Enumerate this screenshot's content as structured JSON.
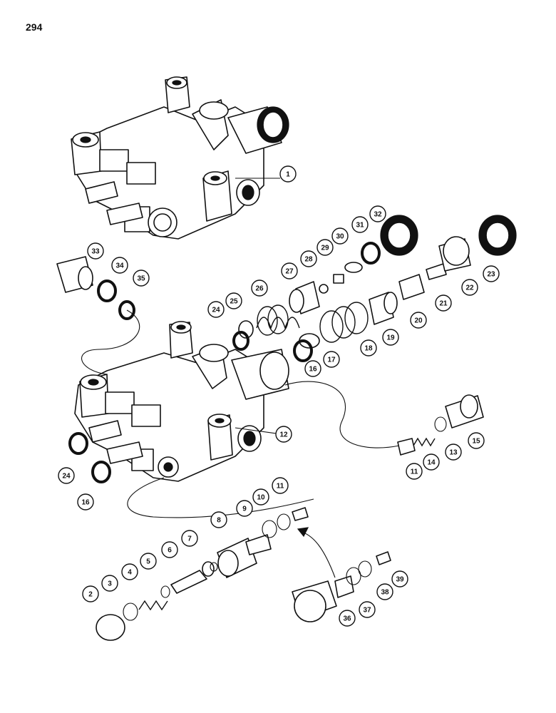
{
  "page_number": "294",
  "callouts": [
    {
      "label": "1"
    },
    {
      "label": "2"
    },
    {
      "label": "3"
    },
    {
      "label": "4"
    },
    {
      "label": "5"
    },
    {
      "label": "6"
    },
    {
      "label": "7"
    },
    {
      "label": "8"
    },
    {
      "label": "9"
    },
    {
      "label": "10"
    },
    {
      "label": "11"
    },
    {
      "label": "11"
    },
    {
      "label": "12"
    },
    {
      "label": "13"
    },
    {
      "label": "14"
    },
    {
      "label": "15"
    },
    {
      "label": "16"
    },
    {
      "label": "16"
    },
    {
      "label": "17"
    },
    {
      "label": "18"
    },
    {
      "label": "19"
    },
    {
      "label": "20"
    },
    {
      "label": "21"
    },
    {
      "label": "22"
    },
    {
      "label": "23"
    },
    {
      "label": "24"
    },
    {
      "label": "24"
    },
    {
      "label": "25"
    },
    {
      "label": "26"
    },
    {
      "label": "27"
    },
    {
      "label": "28"
    },
    {
      "label": "29"
    },
    {
      "label": "30"
    },
    {
      "label": "31"
    },
    {
      "label": "32"
    },
    {
      "label": "33"
    },
    {
      "label": "34"
    },
    {
      "label": "35"
    },
    {
      "label": "36"
    },
    {
      "label": "37"
    },
    {
      "label": "38"
    },
    {
      "label": "39"
    }
  ]
}
